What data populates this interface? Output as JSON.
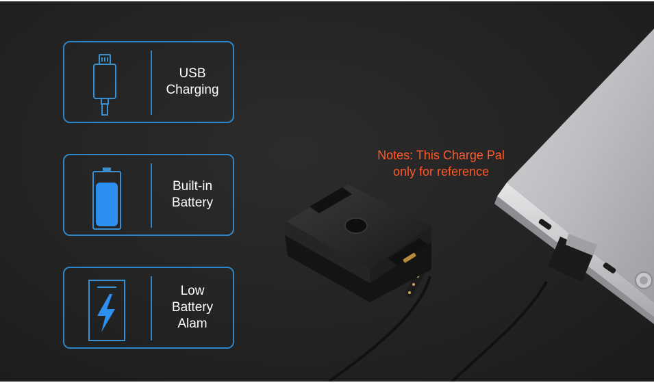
{
  "features": [
    {
      "label": "USB\nCharging",
      "icon": "usb-cable-icon"
    },
    {
      "label": "Built-in\nBattery",
      "icon": "battery-icon"
    },
    {
      "label": "Low\nBattery\nAlam",
      "icon": "lightning-battery-icon"
    }
  ],
  "note": "Notes: This Charge Pal\nonly for reference",
  "colors": {
    "background": "#232323",
    "accent_blue": "#2e86c8",
    "note_orange": "#ff5a2a",
    "text": "#ffffff"
  }
}
